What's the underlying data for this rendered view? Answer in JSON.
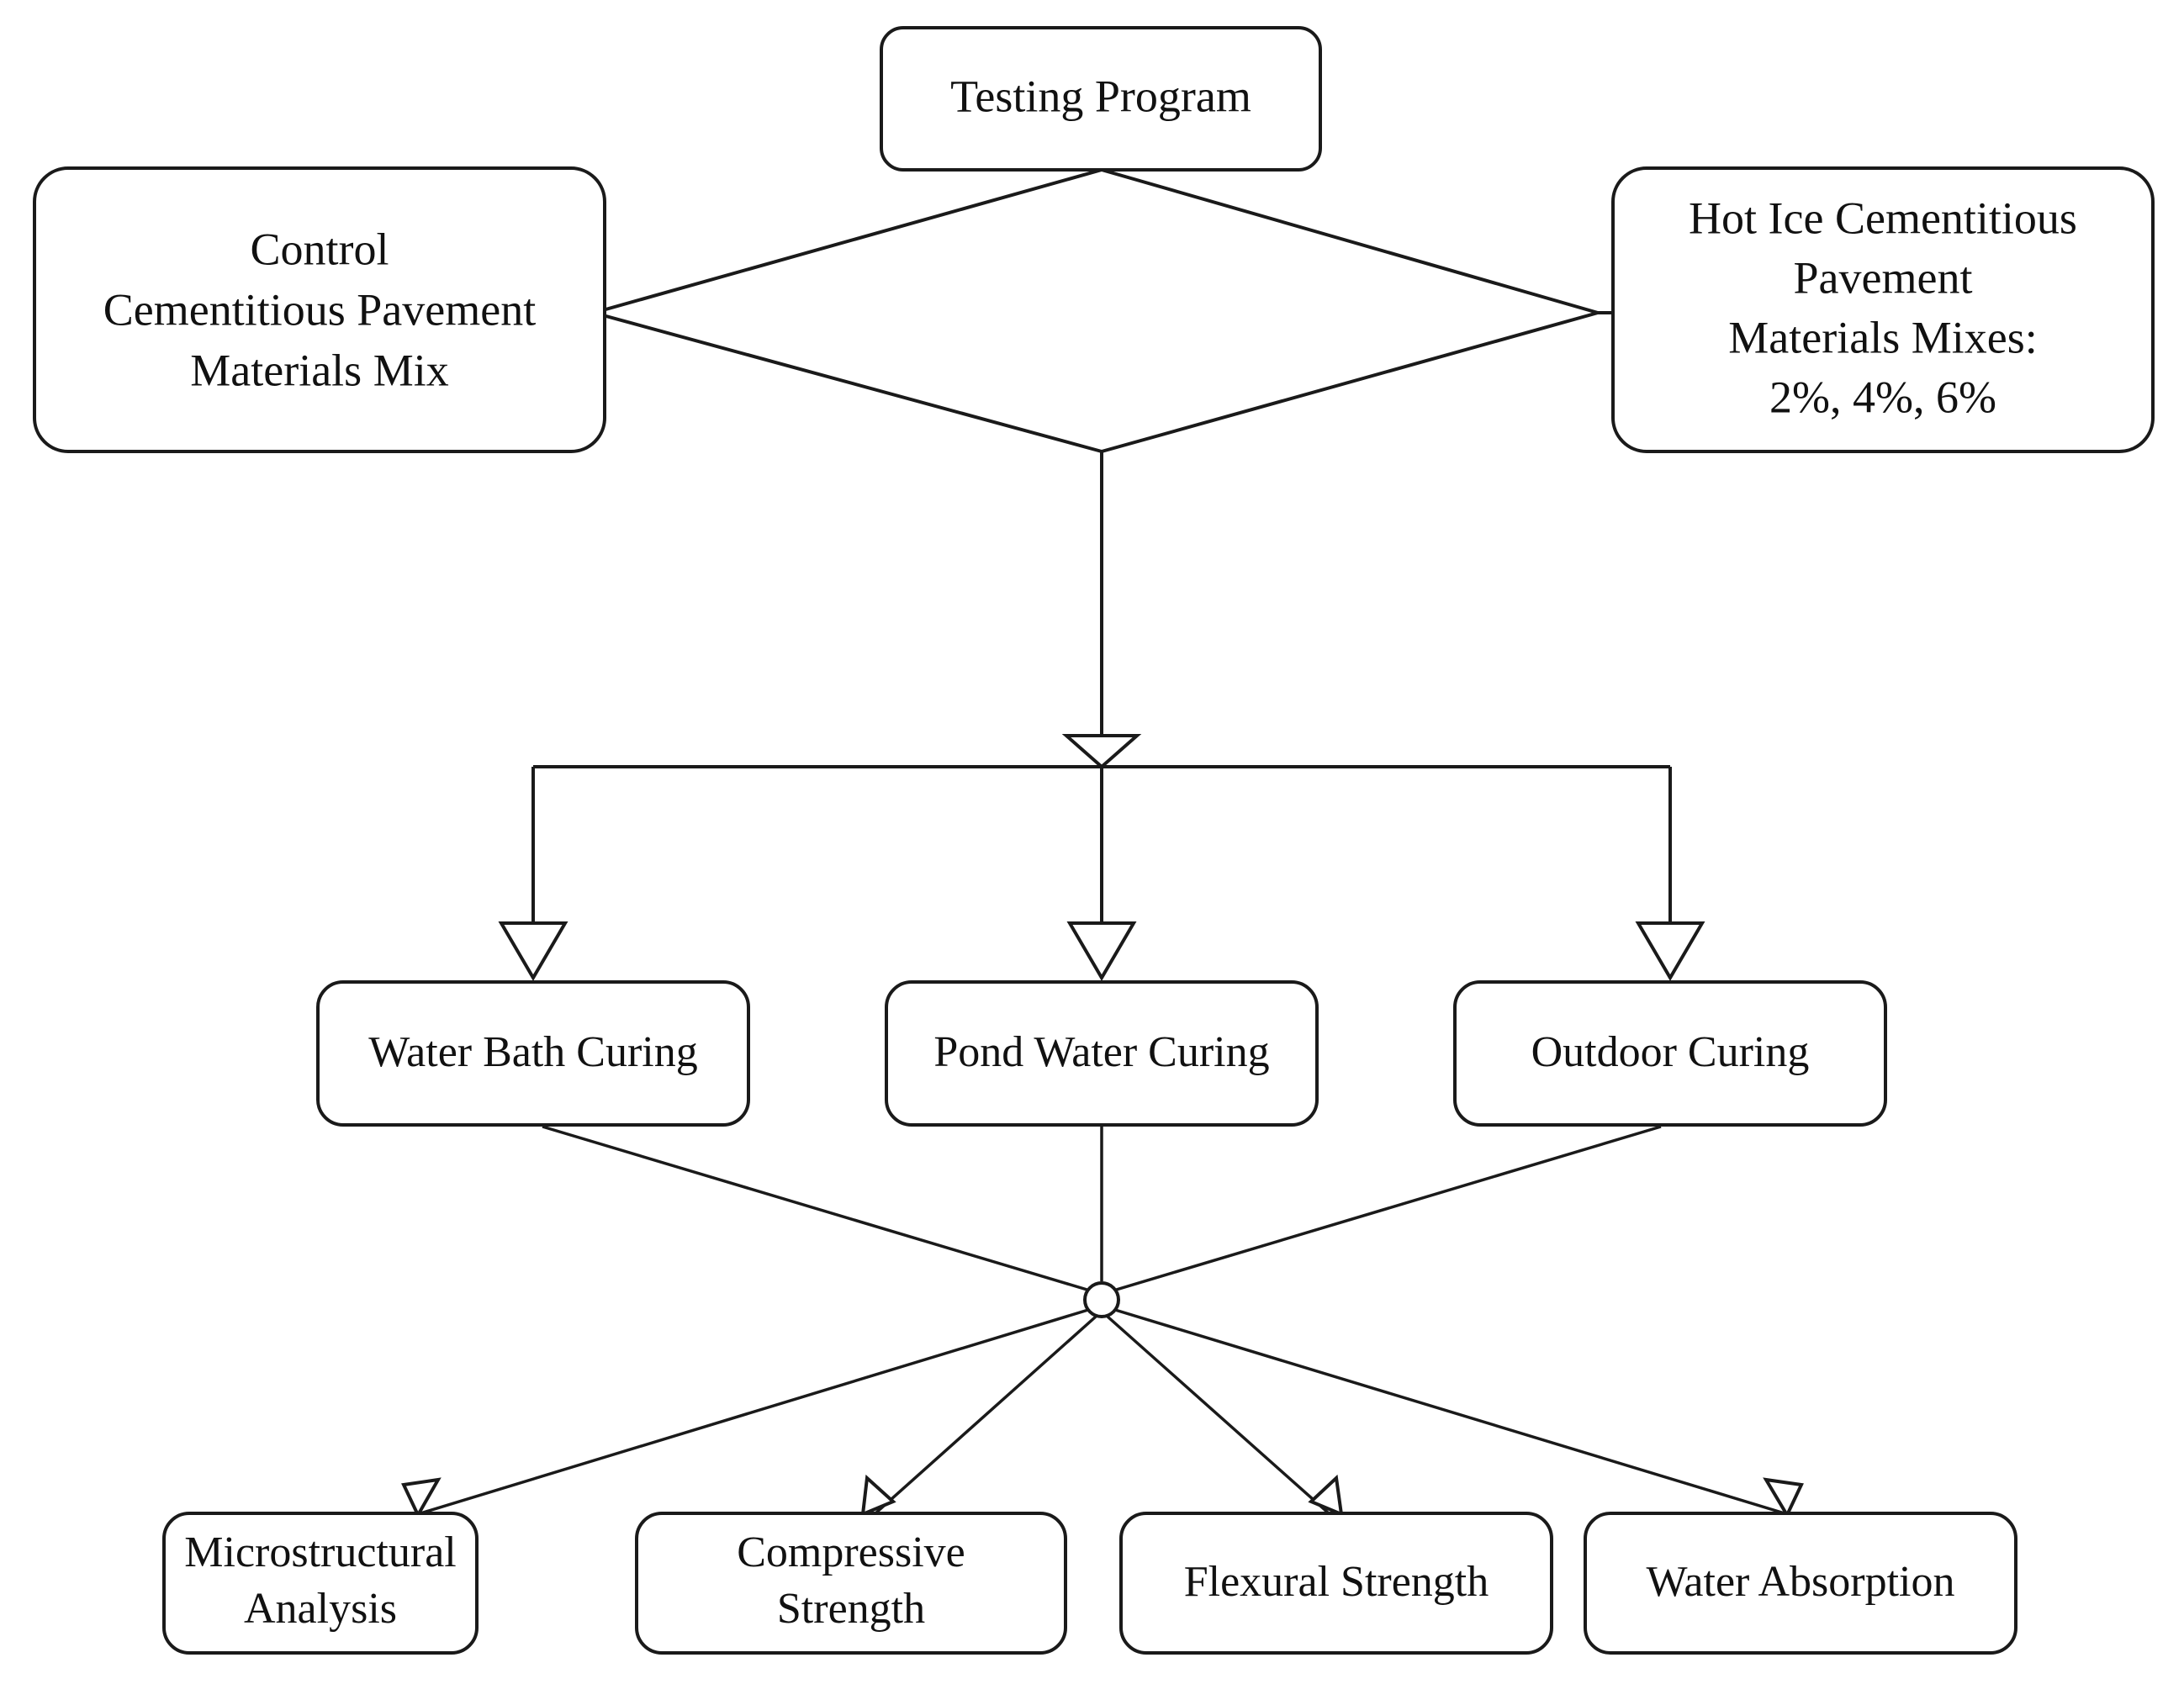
{
  "diagram": {
    "title": "Testing Program Flowchart",
    "type": "flowchart",
    "background_color": "#ffffff",
    "line_color": "#1a1a1a",
    "text_color": "#111111",
    "nodes": {
      "root": {
        "label": "Testing Program",
        "lines": [
          "Testing Program"
        ]
      },
      "control_mix": {
        "label": "Control Cementitious Pavement Materials Mix",
        "lines": [
          "Control",
          "Cementitious Pavement",
          "Materials Mix"
        ]
      },
      "hot_ice_mix": {
        "label": "Hot Ice Cementitious Pavement Materials Mixes: 2%, 4%, 6%",
        "lines": [
          "Hot Ice Cementitious",
          "Pavement",
          "Materials Mixes:",
          "2%, 4%, 6%"
        ]
      },
      "curing": [
        {
          "label": "Water Bath Curing",
          "lines": [
            "Water Bath Curing"
          ]
        },
        {
          "label": "Pond Water Curing",
          "lines": [
            "Pond Water Curing"
          ]
        },
        {
          "label": "Outdoor Curing",
          "lines": [
            "Outdoor Curing"
          ]
        }
      ],
      "tests": [
        {
          "label": "Microstructural Analysis",
          "lines": [
            "Microstructural",
            "Analysis"
          ]
        },
        {
          "label": "Compressive Strength",
          "lines": [
            "Compressive",
            "Strength"
          ]
        },
        {
          "label": "Flexural Strength",
          "lines": [
            "Flexural Strength"
          ]
        },
        {
          "label": "Water Absorption",
          "lines": [
            "Water Absorption"
          ]
        }
      ]
    },
    "connectors": {
      "junction_shape": "open-circle",
      "arrow_style": "hollow-triangle",
      "root_split": "diamond"
    }
  }
}
